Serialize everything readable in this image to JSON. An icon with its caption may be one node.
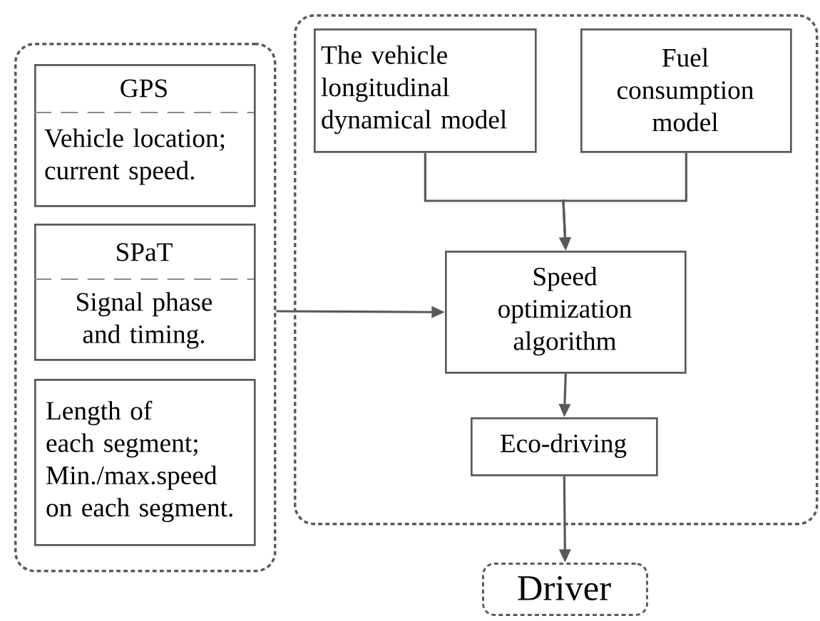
{
  "diagram": {
    "nodes": [
      {
        "text": [],
        "shape": "box"
      },
      {
        "text": [
          "GPS",
          "Vehicle location; current speed."
        ],
        "in": 0
      },
      {
        "text": [
          "SPaT",
          "Signal phase and timing."
        ],
        "in": 0
      },
      {
        "text": [
          "Length of each segment; Min./max.speed on each segment."
        ],
        "in": 0
      },
      {
        "text": [],
        "shape": "box"
      },
      {
        "text": [
          "The vehicle longitudinal dynamical model"
        ],
        "in": 4
      },
      {
        "text": [
          "Fuel consumption model"
        ],
        "in": 4
      },
      {
        "text": [
          "Speed optimization algorithm"
        ],
        "in": 4
      },
      {
        "text": [
          "Eco-driving"
        ],
        "in": 4
      },
      {
        "text": [
          "Driver"
        ]
      }
    ],
    "edges": [
      {
        "from": 5,
        "to": 7,
        "arrow": "to"
      },
      {
        "from": 6,
        "to": 7,
        "arrow": "to"
      },
      {
        "from": 0,
        "to": 7,
        "arrow": "to"
      },
      {
        "from": 7,
        "to": 8,
        "arrow": "to"
      },
      {
        "from": 8,
        "to": 9,
        "arrow": "to"
      }
    ]
  }
}
